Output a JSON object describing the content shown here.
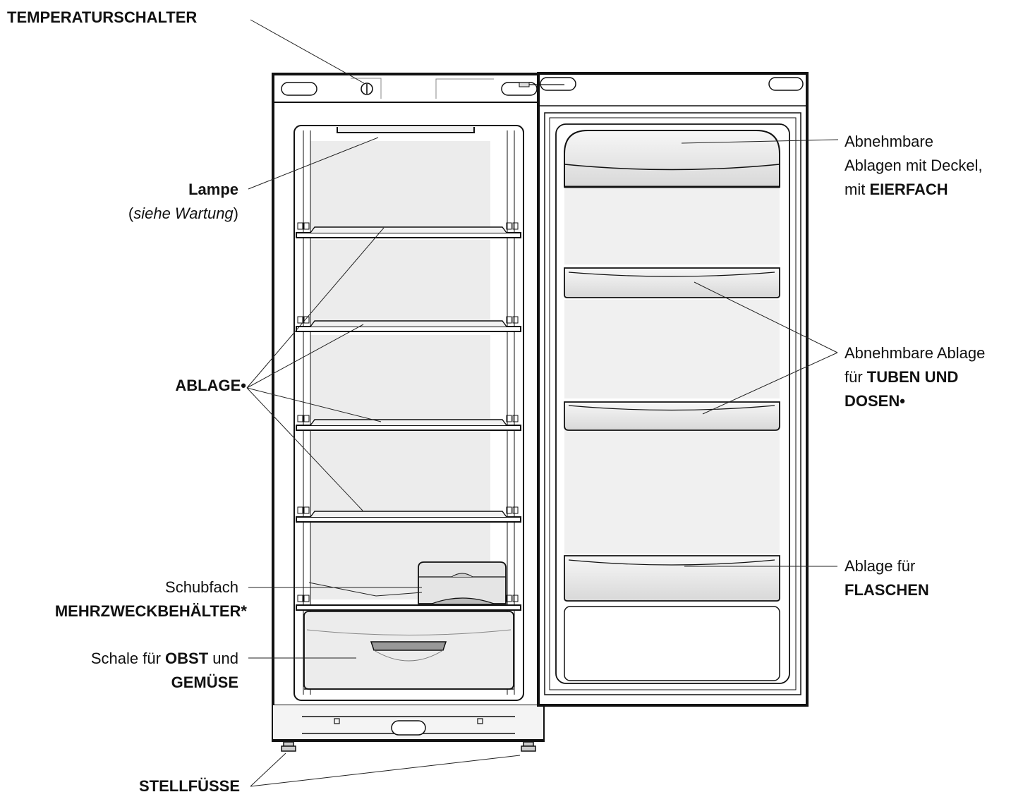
{
  "labels": {
    "temperaturschalter": "TEMPERATURSCHALTER",
    "lampe": {
      "title": "Lampe",
      "note_open": "(",
      "note_italic": "siehe Wartung",
      "note_close": ")"
    },
    "ablage": "ABLAGE•",
    "schubfach": "Schubfach",
    "mehrzweck": "MEHRZWECKBEHÄLTER*",
    "schale": {
      "pre": "Schale für ",
      "obst": "OBST",
      "und": " und",
      "gemuese": "GEMÜSE"
    },
    "stellfuesse": "STELLFÜSSE",
    "eierfach": {
      "line1": "Abnehmbare",
      "line2": "Ablagen mit Deckel,",
      "line3_pre": "mit ",
      "line3_bold": "EIERFACH"
    },
    "tuben": {
      "line1": "Abnehmbare Ablage",
      "line2_pre": "für ",
      "line2_bold": "TUBEN UND",
      "line3": "DOSEN•"
    },
    "flaschen": {
      "line1": "Ablage für",
      "line2": "FLASCHEN"
    }
  },
  "colors": {
    "outline": "#111111",
    "shade": "#e9e9e9",
    "shade_dark": "#d6d6d6",
    "background": "#ffffff"
  }
}
